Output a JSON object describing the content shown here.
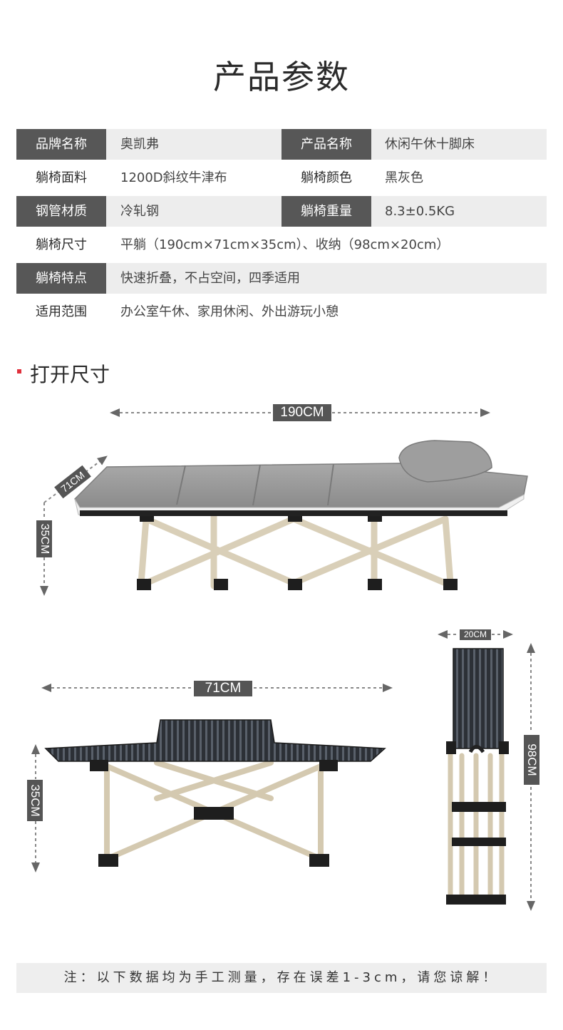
{
  "title": "产品参数",
  "specs": [
    {
      "label1": "品牌名称",
      "value1": "奥凯弗",
      "label2": "产品名称",
      "value2": "休闲午休十脚床"
    },
    {
      "label1": "躺椅面料",
      "value1": "1200D斜纹牛津布",
      "label2": "躺椅颜色",
      "value2": "黑灰色"
    },
    {
      "label1": "钢管材质",
      "value1": "冷轧钢",
      "label2": "躺椅重量",
      "value2": "8.3±0.5KG"
    },
    {
      "label1": "躺椅尺寸",
      "value1": "平躺（190cm×71cm×35cm）、收纳（98cm×20cm）"
    },
    {
      "label1": "躺椅特点",
      "value1": "快速折叠，不占空间，四季适用"
    },
    {
      "label1": "适用范围",
      "value1": "办公室午休、家用休闲、外出游玩小憩"
    }
  ],
  "section_title": "打开尺寸",
  "dimensions": {
    "length": "190CM",
    "width_side": "71CM",
    "height_side": "35CM",
    "width_front": "71CM",
    "height_front": "35CM",
    "folded_width": "20CM",
    "folded_length": "98CM"
  },
  "note": "注：以下数据均为手工测量，存在误差1-3cm，请您谅解！",
  "colors": {
    "label_dark": "#575757",
    "row_shade": "#ededed",
    "accent_red": "#e0303c"
  }
}
